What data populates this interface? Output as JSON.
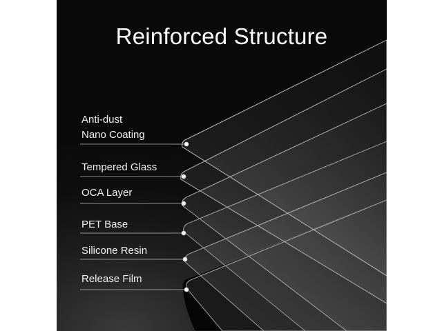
{
  "title": "Reinforced Structure",
  "layers": [
    {
      "label_lines": [
        "Anti-dust",
        "Nano Coating"
      ]
    },
    {
      "label_lines": [
        "Tempered Glass"
      ]
    },
    {
      "label_lines": [
        "OCA Layer"
      ]
    },
    {
      "label_lines": [
        "PET Base"
      ]
    },
    {
      "label_lines": [
        "Silicone Resin"
      ]
    },
    {
      "label_lines": [
        "Release Film"
      ]
    }
  ],
  "colors": {
    "background": "#0a0a0a",
    "text": "#ffffff",
    "line": "#bfbfbf"
  }
}
